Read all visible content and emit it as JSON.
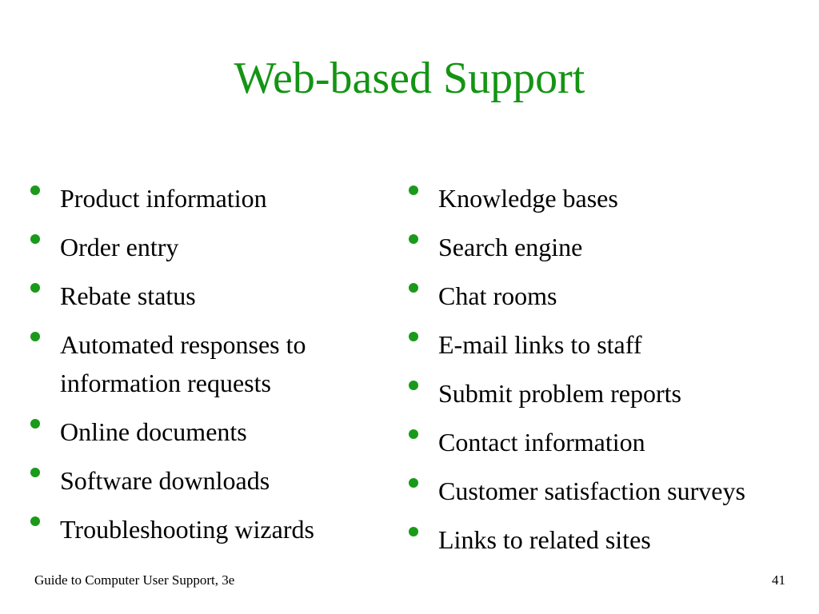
{
  "slide": {
    "title": "Web-based Support",
    "title_color": "#149414",
    "bullet_color": "#1a9a1a",
    "left_bullets": [
      "Product information",
      "Order entry",
      "Rebate status",
      "Automated responses to information requests",
      "Online documents",
      "Software downloads",
      "Troubleshooting wizards"
    ],
    "right_bullets": [
      "Knowledge bases",
      "Search engine",
      "Chat rooms",
      "E-mail links to staff",
      "Submit problem reports",
      "Contact information",
      "Customer satisfaction surveys",
      "Links to related sites"
    ]
  },
  "footer": {
    "source": "Guide to Computer User Support, 3e",
    "page_number": "41"
  }
}
